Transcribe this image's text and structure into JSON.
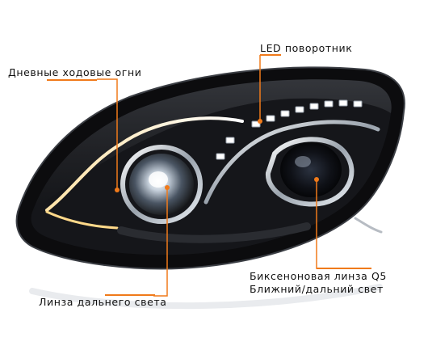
{
  "annotations": {
    "drl": "Дневные ходовые огни",
    "led_turn": "LED поворотник",
    "bixenon_line1": "Биксеноновая линза Q5",
    "bixenon_line2": "Ближний/дальний свет",
    "high_beam": "Линза дальнего света"
  },
  "colors": {
    "accent": "#f07a1a",
    "housing": "#0c0c0e",
    "chrome": "#d9dde2",
    "text": "#111111"
  }
}
